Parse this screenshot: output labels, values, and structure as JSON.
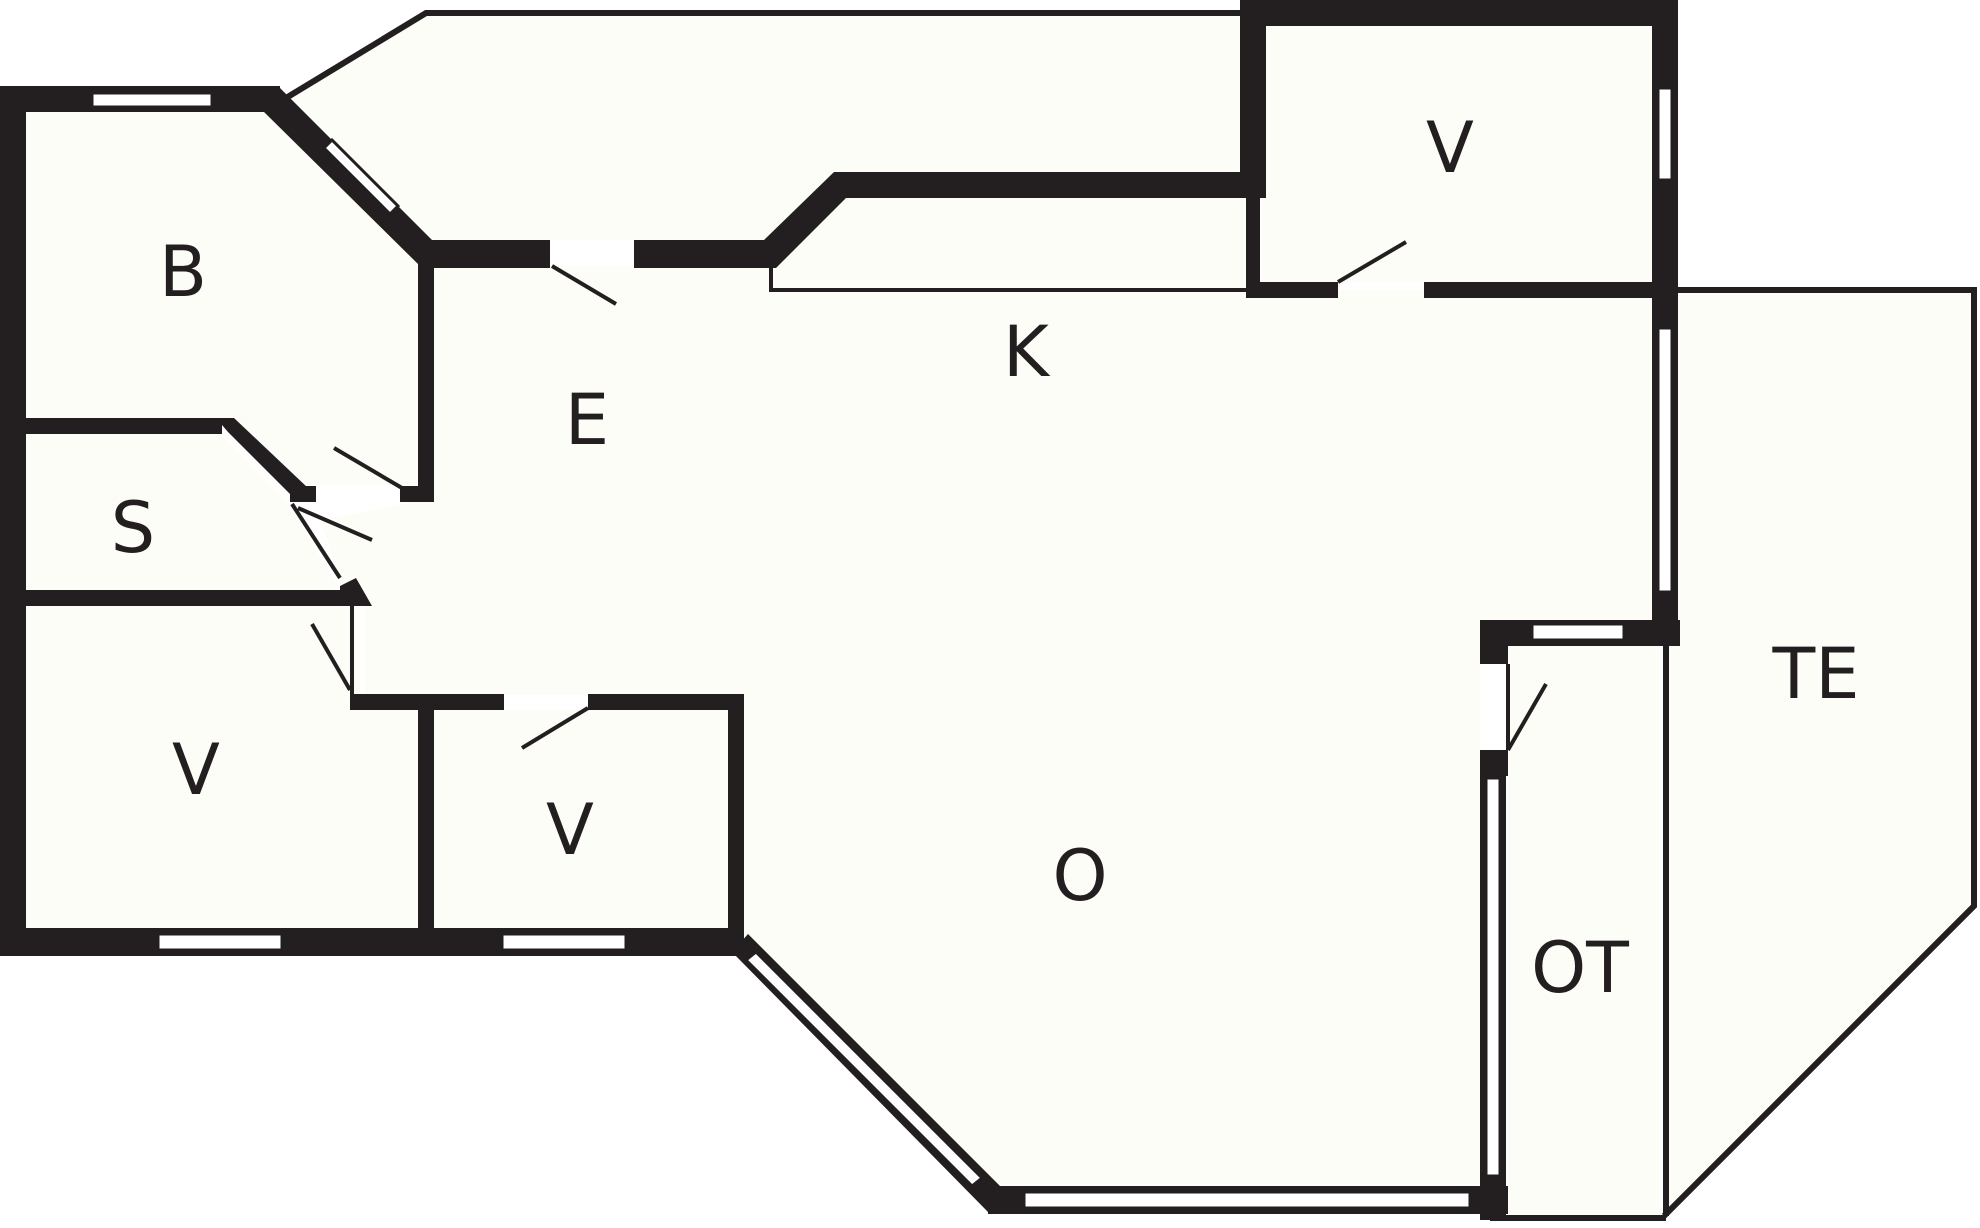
{
  "rooms": {
    "b": "B",
    "s": "S",
    "v_bottom_left": "V",
    "v_bottom_middle": "V",
    "e": "E",
    "k": "K",
    "v_top_right": "V",
    "o": "O",
    "ot": "OT",
    "te": "TE"
  }
}
